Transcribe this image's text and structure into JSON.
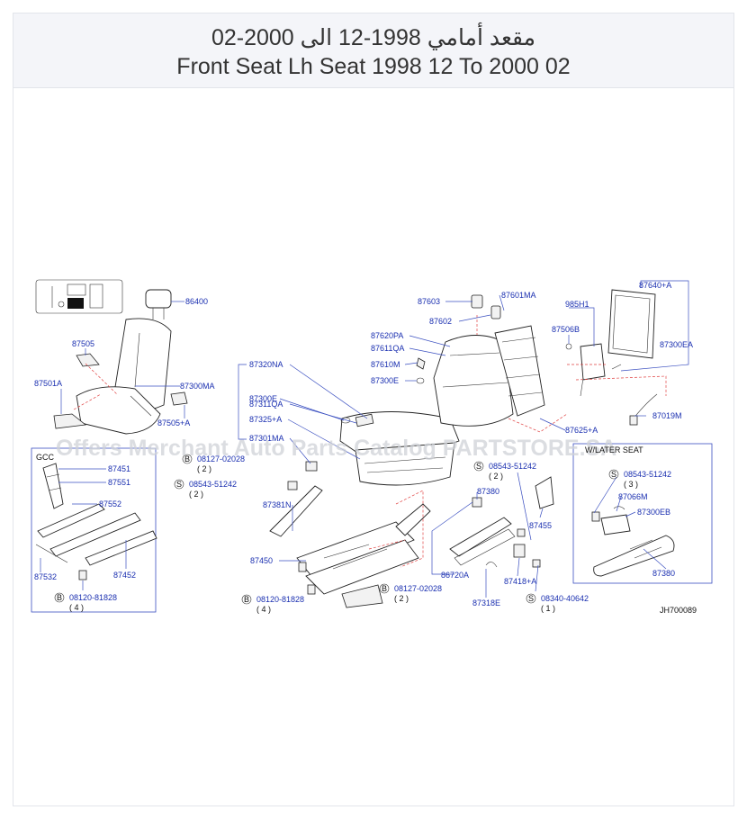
{
  "header": {
    "title_ar": "مقعد أمامي 1998-12 الى 2000-02",
    "title_en": "Front Seat Lh Seat 1998 12 To 2000 02"
  },
  "watermark": "Offers Merchant Auto Parts Catalog PARTSTORE.SA",
  "diagram_code": "JH700089",
  "box_labels": {
    "gcc": "GCC",
    "power_seat": "W/LATER SEAT"
  },
  "parts": {
    "p86400": "86400",
    "p87505": "87505",
    "p87501A": "87501A",
    "p87300MA": "87300MA",
    "p87505A": "87505+A",
    "p87451": "87451",
    "p87551": "87551",
    "p87552": "87552",
    "p87532": "87532",
    "p87452": "87452",
    "b08120_81828_l": "08120-81828",
    "q4_l": "( 4 )",
    "b08127_02028_top": "08127-02028",
    "q2_a": "( 2 )",
    "s08543_51242_l": "08543-51242",
    "q2_b": "( 2 )",
    "p87320NA": "87320NA",
    "p87311QA": "87311QA",
    "p87300E": "87300E",
    "p87325A": "87325+A",
    "p87301MA": "87301MA",
    "p87381N": "87381N",
    "p87450": "87450",
    "b08120_81828_m": "08120-81828",
    "q4_m": "( 4 )",
    "b08127_02028_b": "08127-02028",
    "q2_c": "( 2 )",
    "p87603": "87603",
    "p87601MA": "87601MA",
    "p87602": "87602",
    "p87620PA": "87620PA",
    "p87611QA": "87611QA",
    "p87610M": "87610M",
    "p87300E_r": "87300E",
    "p985H1": "985H1",
    "p87506B": "87506B",
    "p87640A": "87640+A",
    "p87300EA": "87300EA",
    "p87625A": "87625+A",
    "p87019M": "87019M",
    "s08543_51242_m": "08543-51242",
    "q2_d": "( 2 )",
    "p87380": "87380",
    "p87455": "87455",
    "p86720A": "86720A",
    "p87418A": "87418+A",
    "p87318E": "87318E",
    "s08340_40642": "08340-40642",
    "q1": "( 1 )",
    "s08543_51242_r": "08543-51242",
    "q3": "( 3 )",
    "p87066M": "87066M",
    "p87300EB": "87300EB",
    "p87380_r": "87380"
  },
  "markers": {
    "b": "B",
    "s": "S"
  }
}
